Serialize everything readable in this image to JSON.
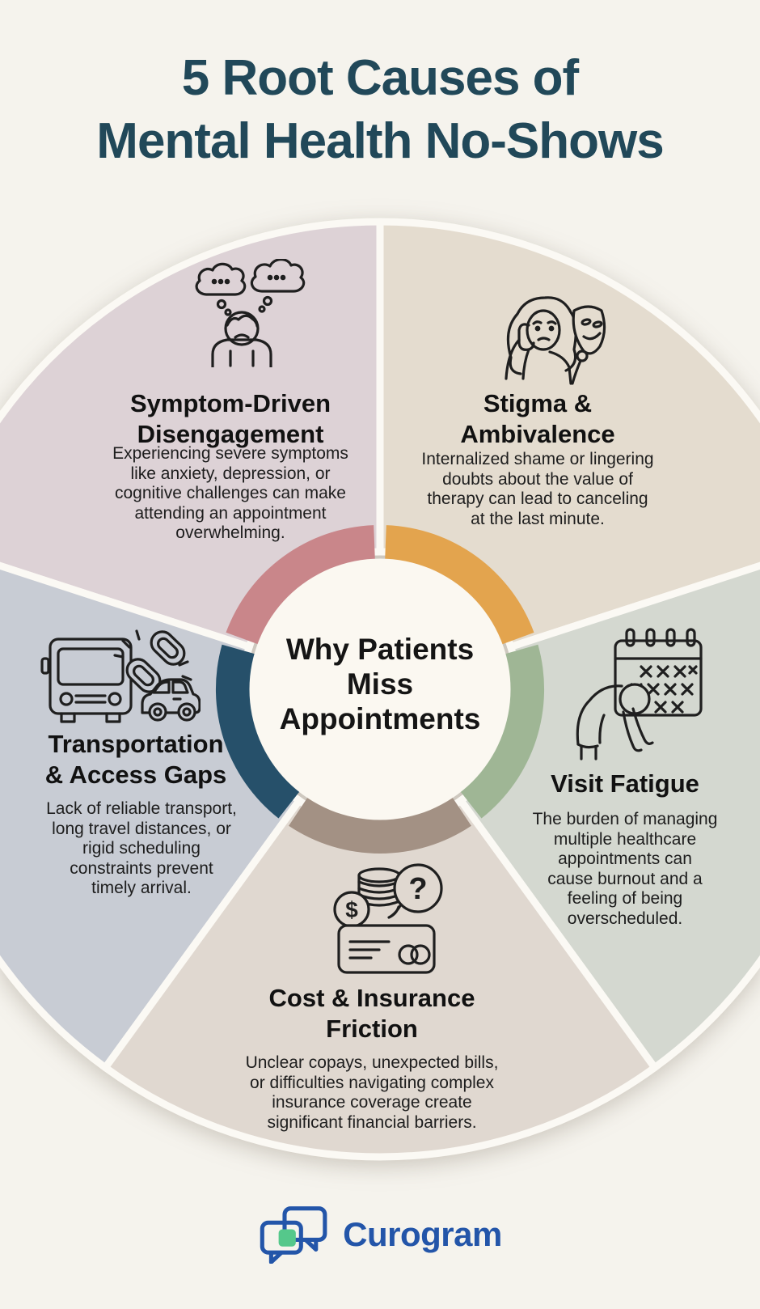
{
  "title": {
    "lines": [
      "5 Root Causes of",
      "Mental Health No-Shows"
    ]
  },
  "center_label": {
    "lines": [
      "Why Patients",
      "Miss",
      "Appointments"
    ]
  },
  "segments": [
    {
      "id": "symptom-driven-disengagement",
      "title": "Symptom-Driven Disengagement",
      "title_lines": [
        "Symptom-Driven",
        "Disengagement"
      ],
      "description": "Experiencing severe symptoms like anxiety, depression, or cognitive challenges can make attending an appointment overwhelming.",
      "description_lines": [
        "Experiencing severe symptoms",
        "like anxiety, depression, or",
        "cognitive challenges can make",
        "attending an appointment",
        "overwhelming."
      ],
      "icon": "person-thought-clouds-icon",
      "wedge_color": "#ddd2d6",
      "arc_color": "#c9868a"
    },
    {
      "id": "stigma-ambivalence",
      "title": "Stigma & Ambivalence",
      "title_lines": [
        "Stigma &",
        "Ambivalence"
      ],
      "description": "Internalized shame or lingering doubts about the value of therapy can lead to canceling at the last minute.",
      "description_lines": [
        "Internalized shame or lingering",
        "doubts about the value of",
        "therapy can lead to canceling",
        "at the last minute."
      ],
      "icon": "woman-holding-mask-icon",
      "wedge_color": "#e4dccf",
      "arc_color": "#e3a44e"
    },
    {
      "id": "transportation-access-gaps",
      "title": "Transportation & Access Gaps",
      "title_lines": [
        "Transportation",
        "& Access Gaps"
      ],
      "description": "Lack of reliable transport, long travel distances, or rigid scheduling constraints prevent timely arrival.",
      "description_lines": [
        "Lack of reliable transport,",
        "long travel distances, or",
        "rigid scheduling",
        "constraints prevent",
        "timely arrival."
      ],
      "icon": "bus-broken-chain-car-icon",
      "wedge_color": "#c8ccd4",
      "arc_color": "#26506a"
    },
    {
      "id": "visit-fatigue",
      "title": "Visit Fatigue",
      "title_lines": [
        "Visit Fatigue"
      ],
      "description": "The burden of managing multiple healthcare appointments can cause burnout and a feeling of being overscheduled.",
      "description_lines": [
        "The burden of managing",
        "multiple healthcare",
        "appointments can",
        "cause burnout and a",
        "feeling of being",
        "overscheduled."
      ],
      "icon": "fatigued-person-calendar-icon",
      "wedge_color": "#d4d8d0",
      "arc_color": "#9fb695"
    },
    {
      "id": "cost-insurance-friction",
      "title": "Cost & Insurance Friction",
      "title_lines": [
        "Cost & Insurance",
        "Friction"
      ],
      "description": "Unclear copays, unexpected bills, or difficulties navigating complex insurance coverage create significant financial barriers.",
      "description_lines": [
        "Unclear copays, unexpected bills,",
        "or difficulties navigating complex",
        "insurance coverage create",
        "significant financial barriers."
      ],
      "icon": "credit-card-coins-question-icon",
      "wedge_color": "#e0d8d0",
      "arc_color": "#a39184"
    }
  ],
  "icon_glyphs": {
    "dollar": "$",
    "question": "?"
  },
  "footer": {
    "brand": "Curogram",
    "logo_icon": "chat-bubbles-icon"
  },
  "colors": {
    "background": "#f5f3ed",
    "title": "#214859",
    "text": "#1c1c1c",
    "divider": "#fbf9f4",
    "center_circle": "#fbf8f1",
    "icon_stroke": "#1f1f1f",
    "brand_blue": "#2355a9",
    "brand_green": "#55c88b"
  }
}
